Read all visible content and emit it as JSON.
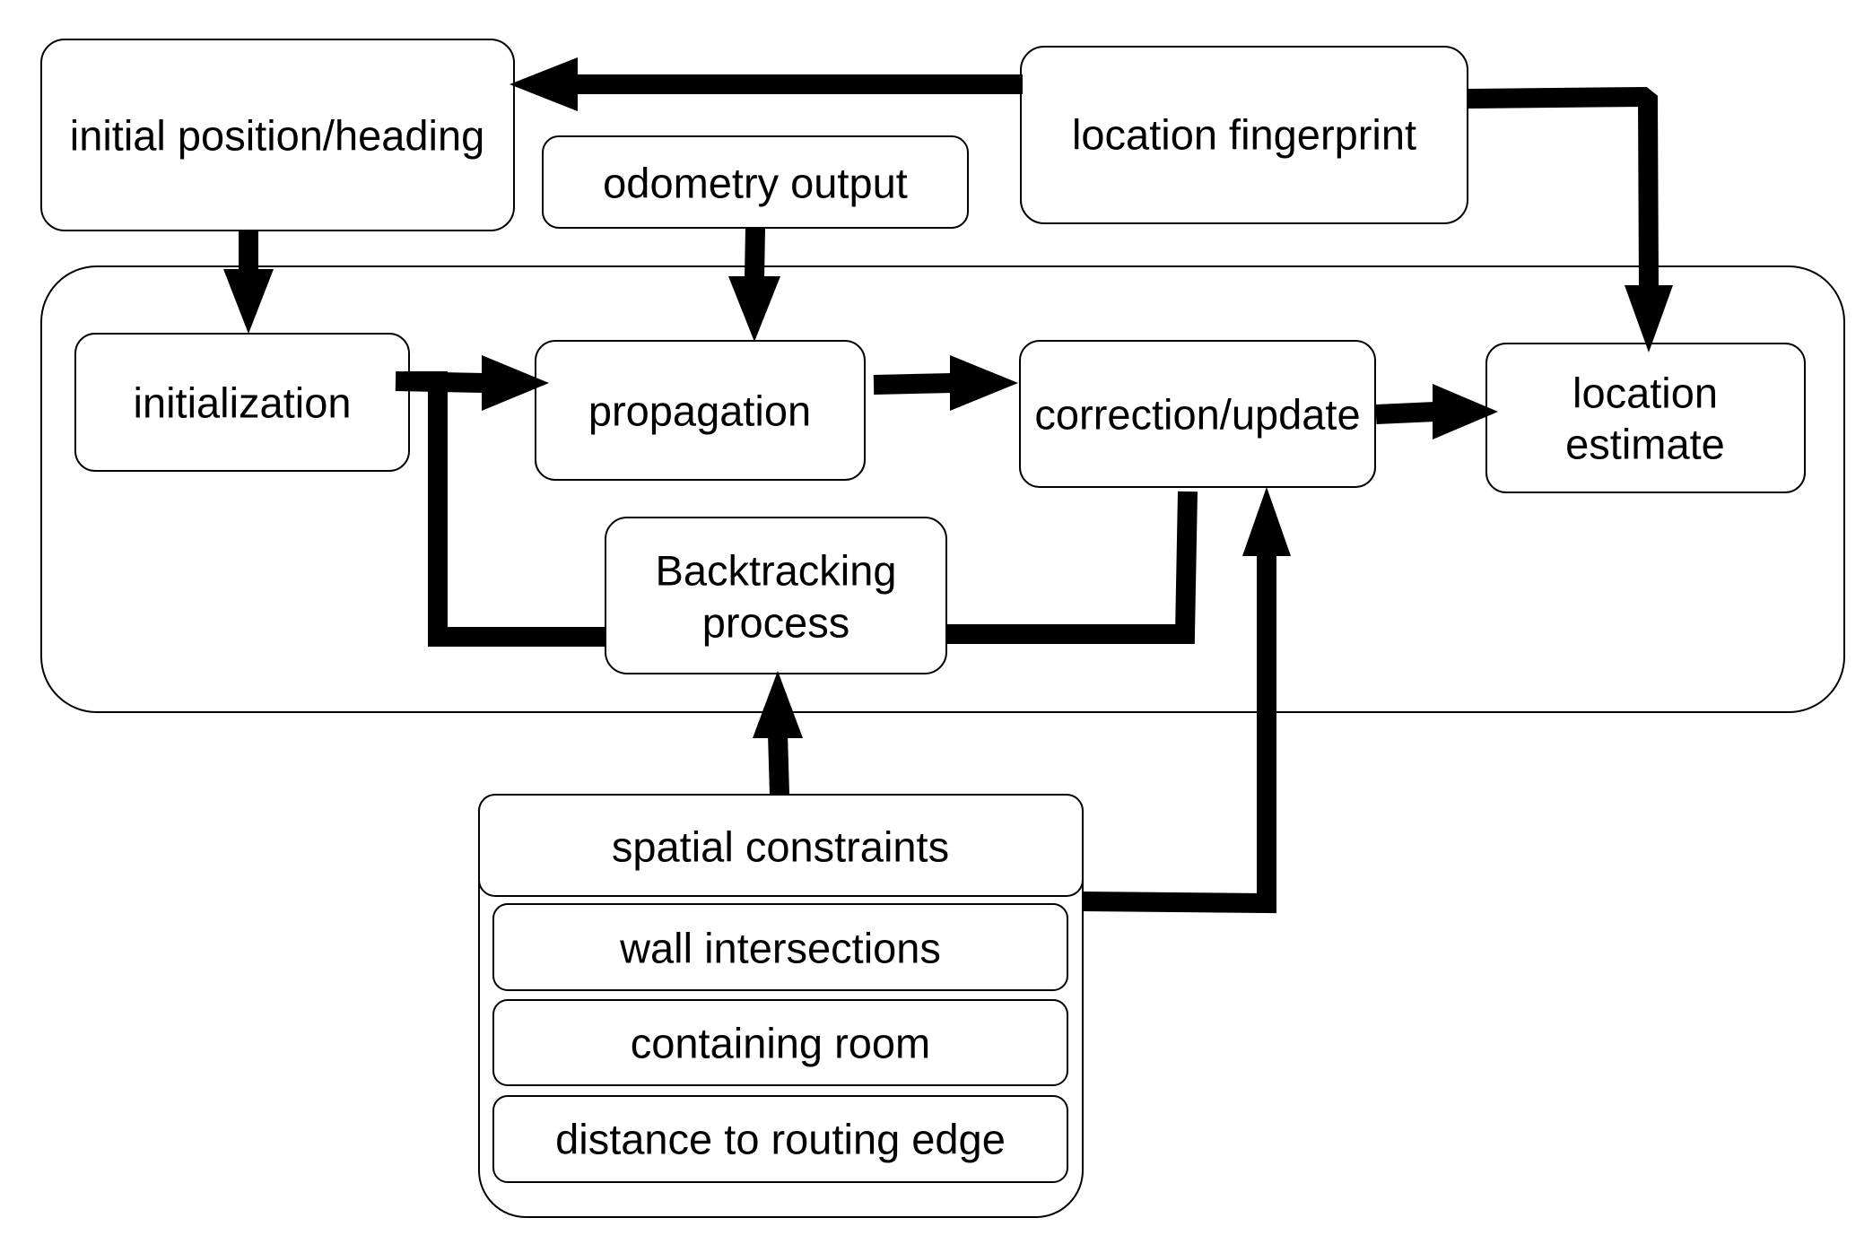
{
  "nodes": {
    "initial_position_heading": "initial position/heading",
    "odometry_output": "odometry output",
    "location_fingerprint": "location fingerprint",
    "initialization": "initialization",
    "propagation": "propagation",
    "correction_update": "correction/update",
    "location_estimate": [
      "location",
      "estimate"
    ],
    "backtracking_process": [
      "Backtracking",
      "process"
    ],
    "spatial_constraints": {
      "title": "spatial constraints",
      "items": [
        "wall intersections",
        "containing room",
        "distance to routing edge"
      ]
    }
  },
  "colors": {
    "stroke": "#000000",
    "fill": "#ffffff"
  }
}
